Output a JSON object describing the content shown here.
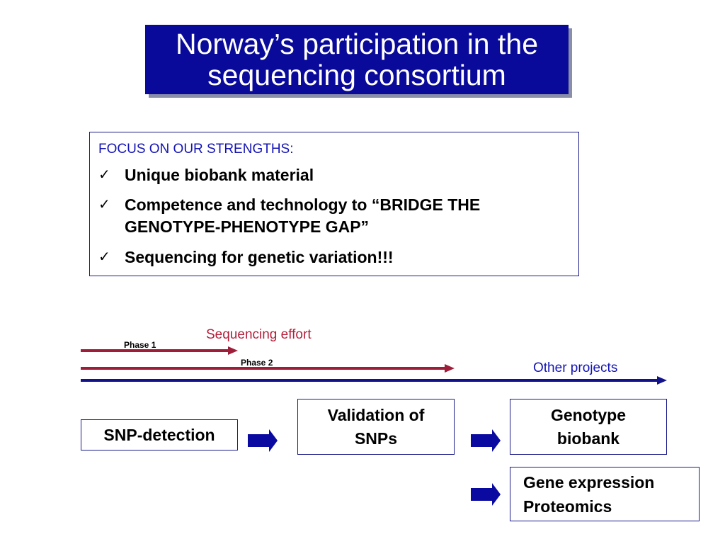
{
  "title": {
    "line1": "Norway’s participation in the",
    "line2": "sequencing consortium"
  },
  "strengths": {
    "heading": "FOCUS ON OUR STRENGTHS:",
    "check_symbol": "✓",
    "items": [
      "Unique biobank material",
      "Competence and technology to “BRIDGE THE GENOTYPE-PHENOTYPE GAP”",
      "Sequencing for genetic variation!!!"
    ]
  },
  "timeline": {
    "sequencing_effort_label": "Sequencing effort",
    "phase1_label": "Phase 1",
    "phase2_label": "Phase 2",
    "other_projects_label": "Other projects"
  },
  "boxes": {
    "snp_detection": "SNP-detection",
    "validation_line1": "Validation of",
    "validation_line2": "SNPs",
    "genotype_line1": "Genotype",
    "genotype_line2": "biobank",
    "gene_expression": "Gene expression",
    "proteomics": "Proteomics"
  },
  "colors": {
    "title_bg": "#0a0a9a",
    "heading_blue": "#1414b4",
    "phase_arrow_red": "#9e1e3a",
    "other_projects_arrow_blue": "#12128a",
    "block_arrow_blue": "#0a0aa0"
  }
}
